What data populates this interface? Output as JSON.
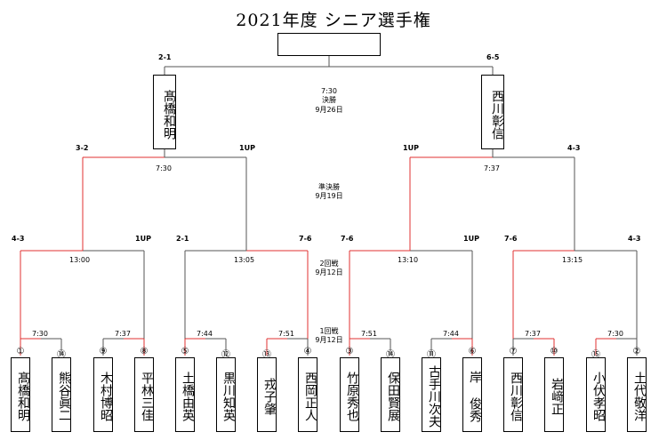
{
  "title": "2021年度 シニア選手権",
  "champion": "",
  "players": [
    {
      "seed": "①",
      "name": "髙橋和明"
    },
    {
      "seed": "⑭",
      "name": "熊谷眞二"
    },
    {
      "seed": "⑨",
      "name": "木村博昭"
    },
    {
      "seed": "⑧",
      "name": "平林三佳"
    },
    {
      "seed": "⑤",
      "name": "土橋由英"
    },
    {
      "seed": "⑫",
      "name": "黒川知英"
    },
    {
      "seed": "⑬",
      "name": "戎子肇"
    },
    {
      "seed": "④",
      "name": "西岡正人"
    },
    {
      "seed": "③",
      "name": "竹原秀也"
    },
    {
      "seed": "⑭",
      "name": "保田賢展"
    },
    {
      "seed": "⑪",
      "name": "古手川次夫"
    },
    {
      "seed": "⑥",
      "name": "岸 俊秀"
    },
    {
      "seed": "⑦",
      "name": "西川彰信"
    },
    {
      "seed": "⑩",
      "name": "岩﨑正"
    },
    {
      "seed": "⑮",
      "name": "小伏孝昭"
    },
    {
      "seed": "②",
      "name": "土代敬洋"
    }
  ],
  "finalists": {
    "left": "髙橋和明",
    "right": "西川彰信"
  },
  "round1_times": [
    "7:30",
    "7:37",
    "7:44",
    "7:51",
    "7:51",
    "7:44",
    "7:37",
    "7:30"
  ],
  "round2_times": [
    "13:00",
    "13:05",
    "13:10",
    "13:15"
  ],
  "semi_times": [
    "7:30",
    "7:37"
  ],
  "final_time": "7:30",
  "round2_scores": [
    {
      "l": "4-3",
      "r": "1UP"
    },
    {
      "l": "2-1",
      "r": "7-6"
    },
    {
      "l": "7-6",
      "r": "1UP"
    },
    {
      "l": "7-6",
      "r": "4-3"
    }
  ],
  "semi_scores": [
    {
      "l": "3-2",
      "r": "1UP"
    },
    {
      "l": "1UP",
      "r": "4-3"
    }
  ],
  "final_scores": {
    "l": "2-1",
    "r": "6-5"
  },
  "rounds": {
    "final": {
      "name": "決勝",
      "date": "9月26日"
    },
    "semi": {
      "name": "準決勝",
      "date": "9月19日"
    },
    "round2": {
      "name": "2回戦",
      "date": "9月12日"
    },
    "round1": {
      "name": "1回戦",
      "date": "9月12日"
    }
  },
  "colors": {
    "winner_line": "#e03030",
    "line": "#555555"
  }
}
